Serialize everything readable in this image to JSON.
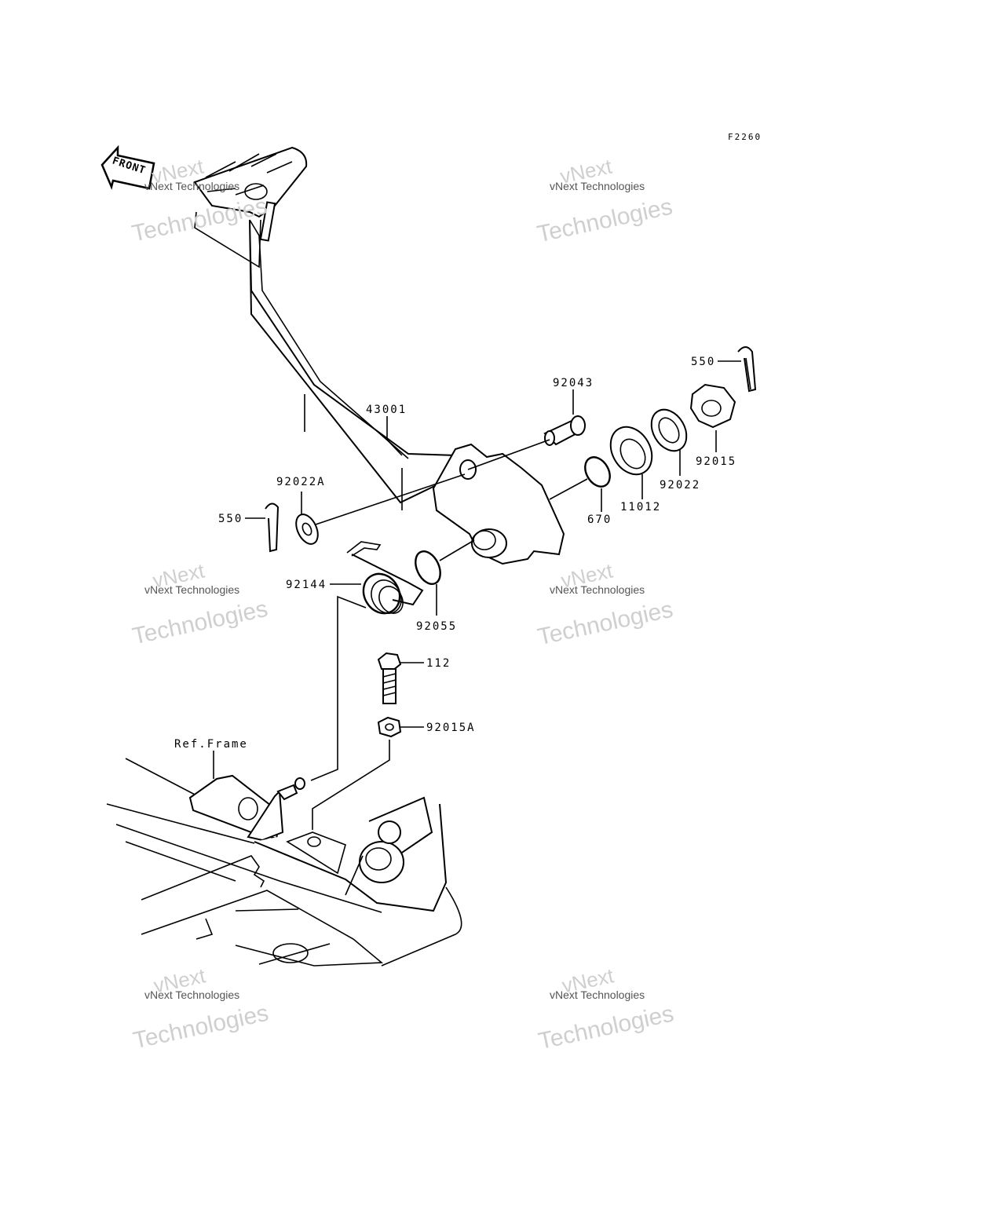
{
  "figure_code": "F2260",
  "front_badge": "FRONT",
  "reference_label": "Ref.Frame",
  "parts": {
    "p43001": "43001",
    "p92043": "92043",
    "p550_top": "550",
    "p92015": "92015",
    "p92022": "92022",
    "p11012": "11012",
    "p670": "670",
    "p92022A": "92022A",
    "p550_left": "550",
    "p92144": "92144",
    "p92055": "92055",
    "p112": "112",
    "p92015A": "92015A"
  },
  "watermark": {
    "line_top": "vNext",
    "line_mid": "vNext Technologies",
    "line_big": "Technologies"
  },
  "colors": {
    "ink": "#000000",
    "watermark": "#cfcfcf",
    "background": "#ffffff"
  }
}
